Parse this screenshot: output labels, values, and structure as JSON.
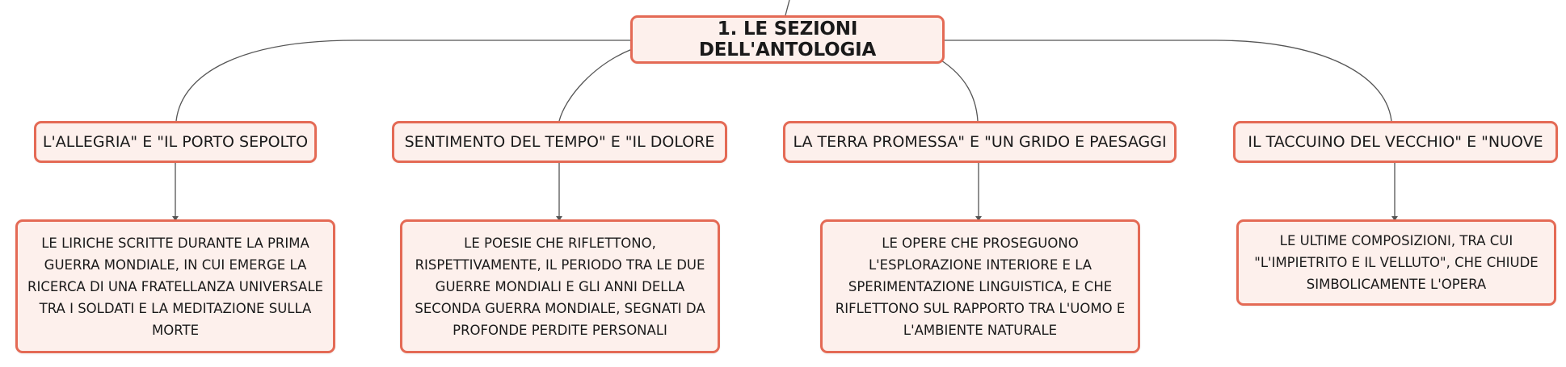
{
  "root": {
    "label": "1. LE SEZIONI DELL'ANTOLOGIA"
  },
  "sections": [
    {
      "title": "L'ALLEGRIA\" E \"IL PORTO SEPOLTO",
      "description": "LE LIRICHE SCRITTE DURANTE LA PRIMA GUERRA MONDIALE, IN CUI EMERGE LA RICERCA DI UNA FRATELLANZA UNIVERSALE TRA I SOLDATI E LA MEDITAZIONE SULLA MORTE"
    },
    {
      "title": "SENTIMENTO DEL TEMPO\" E \"IL DOLORE",
      "description": "LE POESIE CHE RIFLETTONO, RISPETTIVAMENTE, IL PERIODO TRA LE DUE GUERRE MONDIALI E GLI ANNI DELLA SECONDA GUERRA MONDIALE, SEGNATI DA PROFONDE PERDITE PERSONALI"
    },
    {
      "title": "LA TERRA PROMESSA\" E \"UN GRIDO E PAESAGGI",
      "description": "LE OPERE CHE PROSEGUONO L'ESPLORAZIONE INTERIORE E LA SPERIMENTAZIONE LINGUISTICA, E CHE RIFLETTONO SUL RAPPORTO TRA L'UOMO E L'AMBIENTE NATURALE"
    },
    {
      "title": "IL TACCUINO DEL VECCHIO\" E \"NUOVE",
      "description": "LE ULTIME COMPOSIZIONI, TRA CUI \"L'IMPIETRITO E IL VELLUTO\", CHE CHIUDE SIMBOLICAMENTE L'OPERA"
    }
  ],
  "colors": {
    "node_fill": "#fdf0ec",
    "node_border": "#e46a55",
    "connector": "#555555"
  }
}
